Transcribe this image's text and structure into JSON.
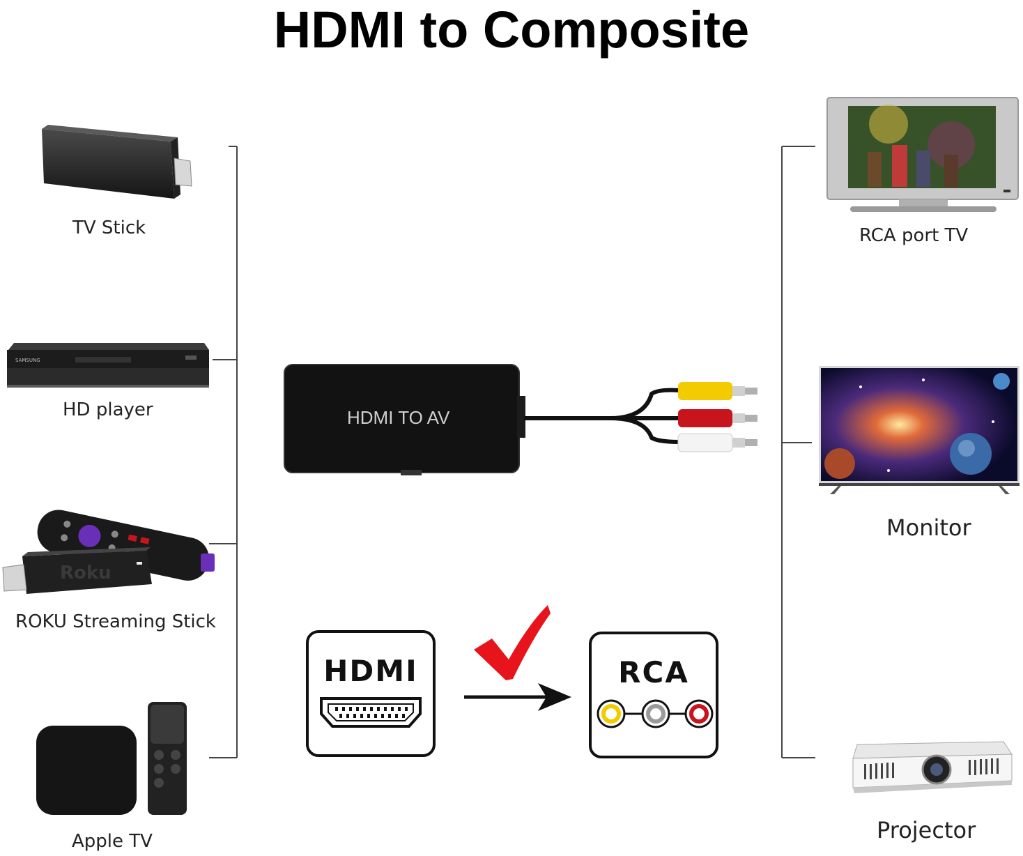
{
  "title": "HDMI to Composite",
  "sources": [
    {
      "label": "TV Stick",
      "icon": "tv-stick-icon"
    },
    {
      "label": "HD player",
      "icon": "hd-player-icon"
    },
    {
      "label": "ROKU Streaming Stick",
      "icon": "roku-stick-icon"
    },
    {
      "label": "Apple TV",
      "icon": "apple-tv-icon"
    }
  ],
  "outputs": [
    {
      "label": "RCA port TV",
      "icon": "crt-tv-icon"
    },
    {
      "label": "Monitor",
      "icon": "monitor-icon"
    },
    {
      "label": "Projector",
      "icon": "projector-icon"
    }
  ],
  "converter": {
    "label": "HDMI TO AV"
  },
  "flow": {
    "from_label": "HDMI",
    "to_label": "RCA",
    "check_color": "#e8141c",
    "rca_colors": [
      "#f2cc00",
      "#9a9a9a",
      "#c8141c"
    ]
  },
  "brand_text": {
    "roku": "Roku",
    "samsung": "SAMSUNG"
  }
}
